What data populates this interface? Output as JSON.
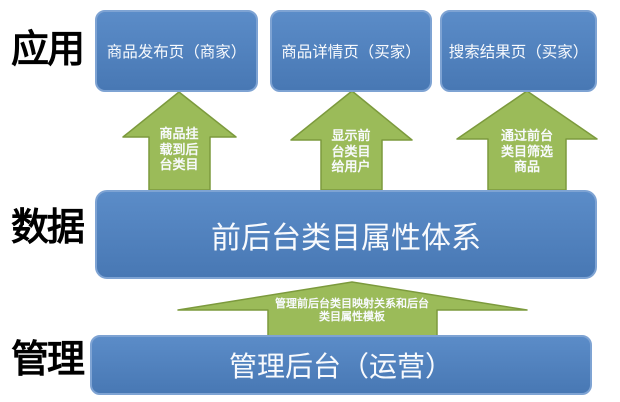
{
  "colors": {
    "blue-fill": "#4878b4",
    "blue-fill-light": "#5b8cc8",
    "blue-border": "#7ea3d3",
    "green-fill": "#9bbb59",
    "green-border": "#7c9a3d",
    "box-text": "#f8fafd",
    "layer-label-color": "#000000"
  },
  "layers": {
    "application": {
      "label": "应用"
    },
    "data": {
      "label": "数据"
    },
    "management": {
      "label": "管理"
    }
  },
  "app_boxes": [
    {
      "label": "商品发布页（商家）"
    },
    {
      "label": "商品详情页（买家）"
    },
    {
      "label": "搜索结果页（买家）"
    }
  ],
  "arrows": [
    {
      "label": "商品挂\n载到后\n台类目"
    },
    {
      "label": "显示前\n台类目\n给用户"
    },
    {
      "label": "通过前台\n类目筛选\n商品"
    }
  ],
  "data_box": {
    "label": "前后台类目属性体系"
  },
  "management_arrow": {
    "label": "管理前后台类目映射关系和后台\n类目属性模板"
  },
  "management_box": {
    "label": "管理后台（运营）"
  }
}
